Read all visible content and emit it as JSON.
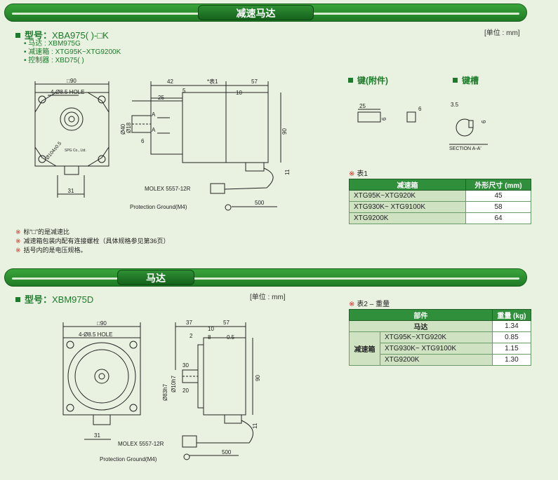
{
  "sections": {
    "gearmotor_title": "减速马达",
    "motor_title": "马达"
  },
  "gearmotor": {
    "model_label": "型号：",
    "model_value": "XBA975(   )-□K",
    "sub_motor": "• 马达 : XBM975G",
    "sub_gearbox": "• 减速箱 : XTG95K~XTG9200K",
    "sub_controller": "• 控制器 : XBD75(   )",
    "unit": "[单位 : mm]",
    "notes": [
      "标“□”的是减速比",
      "减速箱包装内配有连接螺栓（具体规格参见第36页）",
      "括号内的是电压规格。"
    ],
    "note_mark": "※",
    "drawing": {
      "sq90": "□90",
      "hole": "4-Ø8.5 HOLE",
      "d31": "31",
      "d42": "42",
      "d5": "5",
      "d57": "57",
      "star1": "*表1",
      "d25": "25",
      "d10": "10",
      "d6": "6",
      "d40": "Ø40",
      "d18": "Ø18",
      "d90": "90",
      "d104": "Ø104±0.5",
      "d11": "11",
      "molex": "MOLEX 5557-12R",
      "pground": "Protection Ground(M4)",
      "d500": "500",
      "aa": "A",
      "brand": "SPG Co., Ltd."
    }
  },
  "key": {
    "title": "键(附件)",
    "d25": "25",
    "d6": "6",
    "d6b": "6"
  },
  "keyway": {
    "title": "键槽",
    "d35": "3.5",
    "d6": "6",
    "section": "SECTION A-A'"
  },
  "table1": {
    "mark": "※",
    "title": "表1",
    "headers": [
      "减速箱",
      "外形尺寸 (mm)"
    ],
    "rows": [
      [
        "XTG95K~XTG920K",
        "45"
      ],
      [
        "XTG930K~ XTG9100K",
        "58"
      ],
      [
        "XTG9200K",
        "64"
      ]
    ]
  },
  "motor": {
    "model_label": "型号：",
    "model_value": "XBM975D",
    "unit": "[单位 : mm]",
    "drawing": {
      "sq90": "□90",
      "hole": "4-Ø8.5 HOLE",
      "d31": "31",
      "d37": "37",
      "d57": "57",
      "d10": "10",
      "d8": "8",
      "d2": "2",
      "d05": "0.5",
      "d30": "30",
      "d20": "20",
      "d83": "Ø83h7",
      "d10h7": "Ø10h7",
      "d90": "90",
      "d11": "11",
      "molex": "MOLEX 5557-12R",
      "pground": "Protection Ground(M4)",
      "d500": "500"
    }
  },
  "table2": {
    "mark": "※",
    "title": "表2 – 重量",
    "headers": [
      "部件",
      "重量 (kg)"
    ],
    "motor_label": "马达",
    "motor_weight": "1.34",
    "gearbox_label": "减速箱",
    "rows": [
      [
        "XTG95K~XTG920K",
        "0.85"
      ],
      [
        "XTG930K~ XTG9100K",
        "1.15"
      ],
      [
        "XTG9200K",
        "1.30"
      ]
    ]
  }
}
